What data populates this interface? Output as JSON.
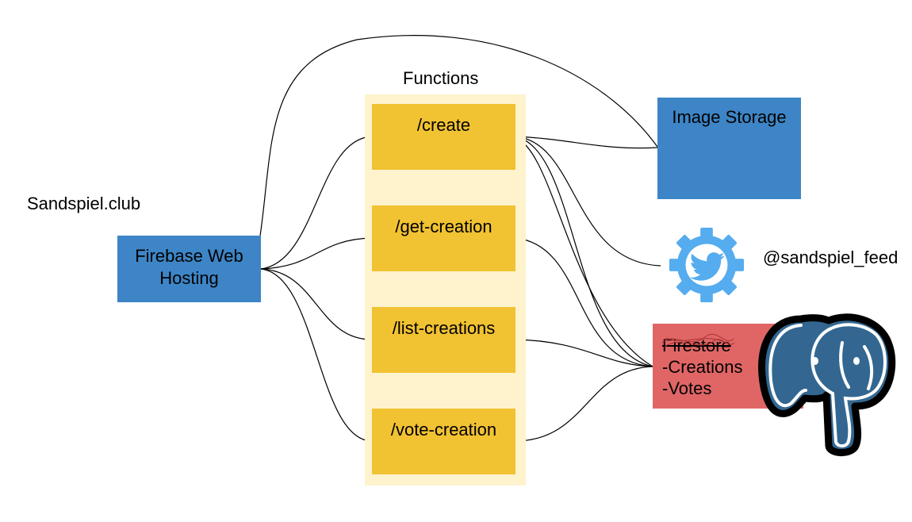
{
  "title": "Functions",
  "site_label": "Sandspiel.club",
  "hosting": {
    "line1": "Firebase Web",
    "line2": "Hosting"
  },
  "functions": [
    {
      "label": "/create"
    },
    {
      "label": "/get-creation"
    },
    {
      "label": "/list-creations"
    },
    {
      "label": "/vote-creation"
    }
  ],
  "storage": {
    "label": "Image Storage"
  },
  "twitter": {
    "handle": "@sandspiel_feed",
    "icon": "twitter-bird-gear-icon"
  },
  "firestore": {
    "struck_label": "Firestore",
    "items": [
      "-Creations",
      "-Votes"
    ]
  },
  "postgres": {
    "icon": "postgresql-elephant-icon"
  },
  "colors": {
    "function_box": "#f1c232",
    "function_panel": "#fef3cd",
    "hosting": "#3d85c6",
    "storage": "#3d85c6",
    "firestore": "#e06666",
    "twitter": "#55acee",
    "postgres": "#336791"
  }
}
